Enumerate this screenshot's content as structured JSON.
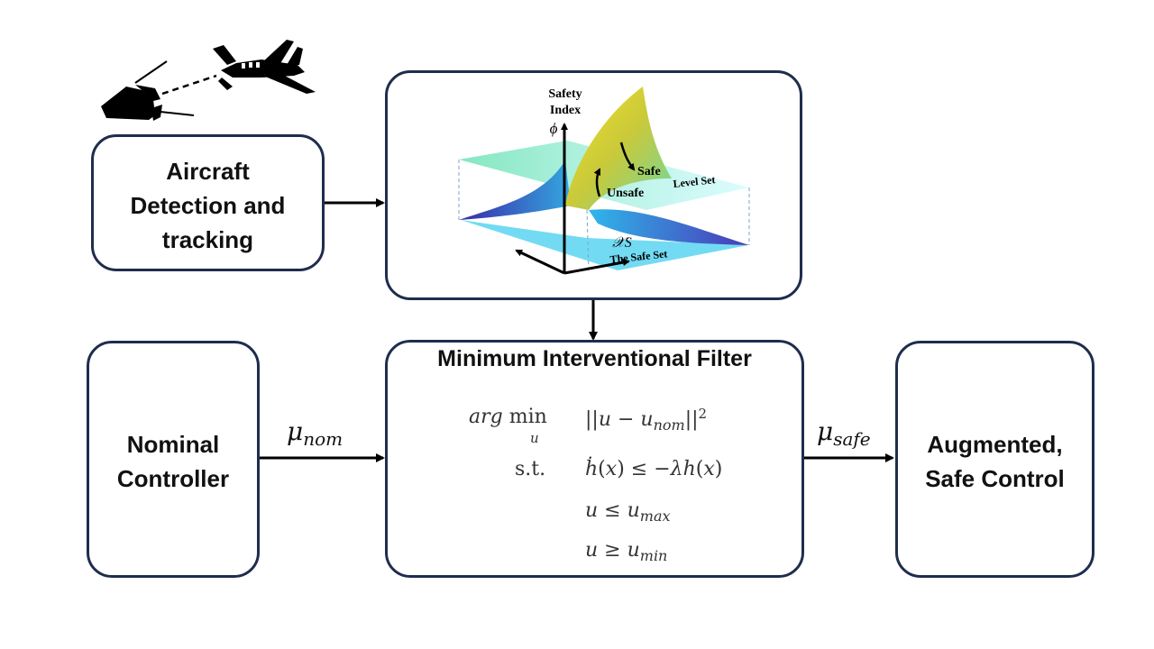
{
  "boxes": {
    "detection": {
      "label": "Aircraft\nDetection and\ntracking"
    },
    "nominal": {
      "label": "Nominal\nController"
    },
    "filter": {
      "title": "Minimum Interventional Filter"
    },
    "augmented": {
      "label": "Augmented,\nSafe Control"
    }
  },
  "signals": {
    "mu_nom": {
      "symbol": "μ",
      "subscript": "nom"
    },
    "mu_safe": {
      "symbol": "μ",
      "subscript": "safe"
    }
  },
  "surface_plot": {
    "axis_label_line1": "Safety",
    "axis_label_line2": "Index",
    "axis_symbol": "ϕ",
    "safe_label": "Safe",
    "unsafe_label": "Unsafe",
    "level_set_label": "Level Set",
    "safe_set_symbol": "𝒳S",
    "safe_set_label": "The Safe Set"
  },
  "optimization": {
    "objective_op": "arg min",
    "objective_var": "u",
    "objective_expr": "||u − u_nom||²",
    "subject_to": "s.t.",
    "constraint1": "ḣ(x) ≤ −λh(x)",
    "constraint2": "u ≤ u_max",
    "constraint3": "u ≥ u_min"
  }
}
